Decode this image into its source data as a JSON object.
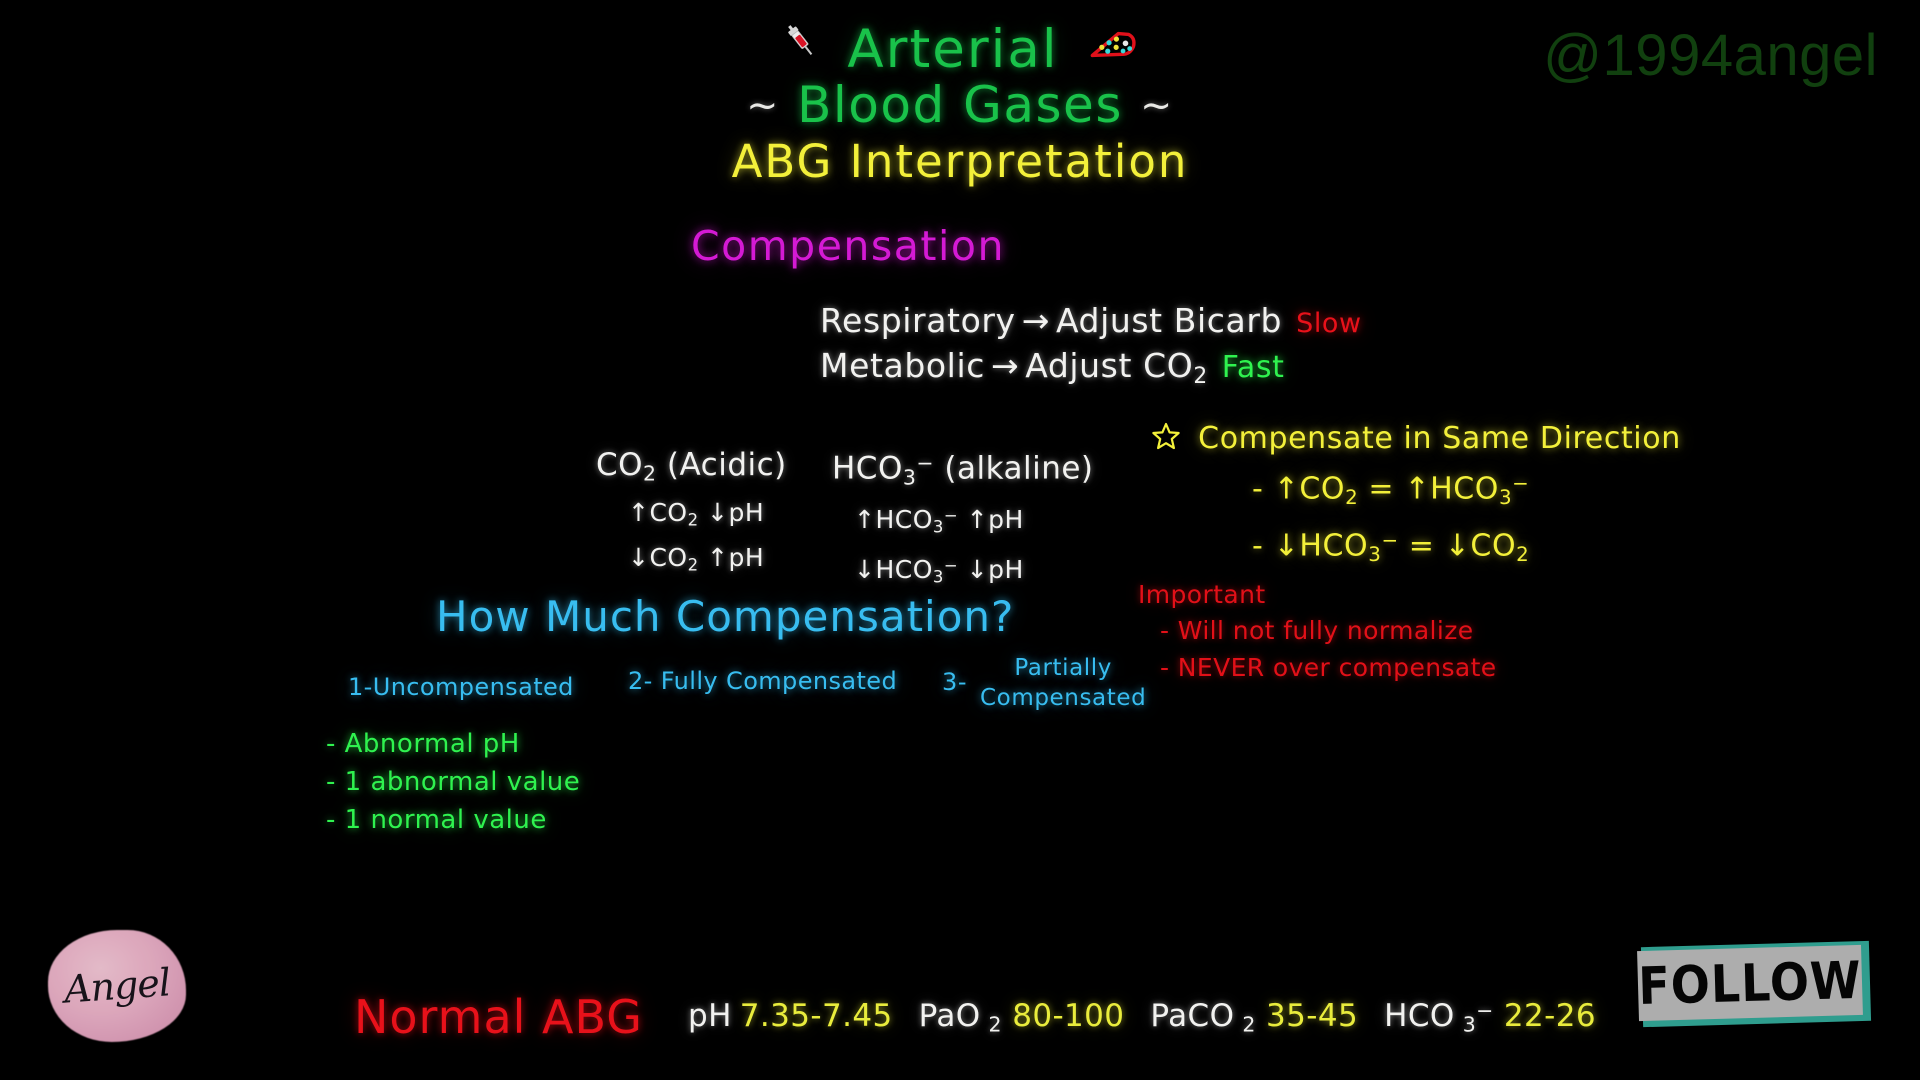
{
  "watermark": {
    "handle": "@1994angel"
  },
  "title": {
    "line1": "Arterial",
    "line2": "Blood Gases",
    "tilde_left": "~",
    "tilde_right": "~",
    "subtitle": "ABG Interpretation",
    "syringe_icon": "syringe-icon",
    "blood_strip_icon": "blood-strip-icon",
    "colors": {
      "title": "#19c24a",
      "subtitle": "#f3f03a"
    }
  },
  "compensation": {
    "heading": "Compensation",
    "heading_color": "#d41ad4",
    "rows": [
      {
        "system": "Respiratory",
        "arrow": "→",
        "action": "Adjust Bicarb",
        "speed": "Slow",
        "speed_color": "#e8111a"
      },
      {
        "system": "Metabolic",
        "arrow": "→",
        "action": "Adjust CO",
        "action_sub": "2",
        "speed": "Fast",
        "speed_color": "#2ff24f"
      }
    ]
  },
  "gas_columns": [
    {
      "name": "co2-column",
      "head_main": "CO",
      "head_sub": "2",
      "head_qualifier": "(Acidic)",
      "lines": [
        {
          "a_arrow": "↑",
          "a_text": "CO",
          "a_sub": "2",
          "b_arrow": "↓",
          "b_text": "pH"
        },
        {
          "a_arrow": "↓",
          "a_text": "CO",
          "a_sub": "2",
          "b_arrow": "↑",
          "b_text": "pH"
        }
      ]
    },
    {
      "name": "hco3-column",
      "head_main": "HCO",
      "head_sub": "3",
      "head_sup": "−",
      "head_qualifier": "(alkaline)",
      "lines": [
        {
          "a_arrow": "↑",
          "a_text": "HCO",
          "a_sub": "3",
          "a_sup": "−",
          "b_arrow": "↑",
          "b_text": "pH"
        },
        {
          "a_arrow": "↓",
          "a_text": "HCO",
          "a_sub": "3",
          "a_sup": "−",
          "b_arrow": "↓",
          "b_text": "pH"
        }
      ]
    }
  ],
  "same_direction": {
    "star_icon": "star-icon",
    "heading": "Compensate in Same Direction",
    "lines": [
      {
        "dash": "-",
        "left_arrow": "↑",
        "left": "CO",
        "left_sub": "2",
        "equals": "=",
        "right_arrow": "↑",
        "right": "HCO",
        "right_sub": "3",
        "right_sup": "−"
      },
      {
        "dash": "-",
        "left_arrow": "↓",
        "left": "HCO",
        "left_sub": "3",
        "left_sup": "−",
        "equals": "=",
        "right_arrow": "↓",
        "right": "CO",
        "right_sub": "2"
      }
    ],
    "color": "#f3f03a"
  },
  "important": {
    "heading": "Important",
    "lines": [
      "- Will not fully normalize",
      "- NEVER over compensate"
    ],
    "color": "#e8111a"
  },
  "how_much": {
    "heading": "How Much Compensation?",
    "heading_color": "#38bdf0",
    "options": [
      {
        "number": "1-",
        "label": "Uncompensated"
      },
      {
        "number": "2-",
        "label": "Fully Compensated"
      },
      {
        "number": "3-",
        "label_line1": "Partially",
        "label_line2": "Compensated"
      }
    ],
    "uncompensated_criteria": [
      "- Abnormal pH",
      "- 1 abnormal value",
      "- 1 normal value"
    ],
    "criteria_color": "#2ff24f"
  },
  "normal_abg": {
    "label": "Normal ABG",
    "label_color": "#e8111a",
    "values": [
      {
        "name": "pH",
        "name_sub": "",
        "range": "7.35-7.45"
      },
      {
        "name": "PaO",
        "name_sub": "2",
        "range": "80-100"
      },
      {
        "name": "PaCO",
        "name_sub": "2",
        "range": "35-45"
      },
      {
        "name": "HCO",
        "name_sub": "3",
        "name_sup": "−",
        "range": "22-26"
      }
    ],
    "value_color": "#e9ec3c"
  },
  "branding": {
    "angel_logo_text": "Angel",
    "follow_label": "FOLLOW",
    "follow_accent_color": "#2f9d8e"
  }
}
